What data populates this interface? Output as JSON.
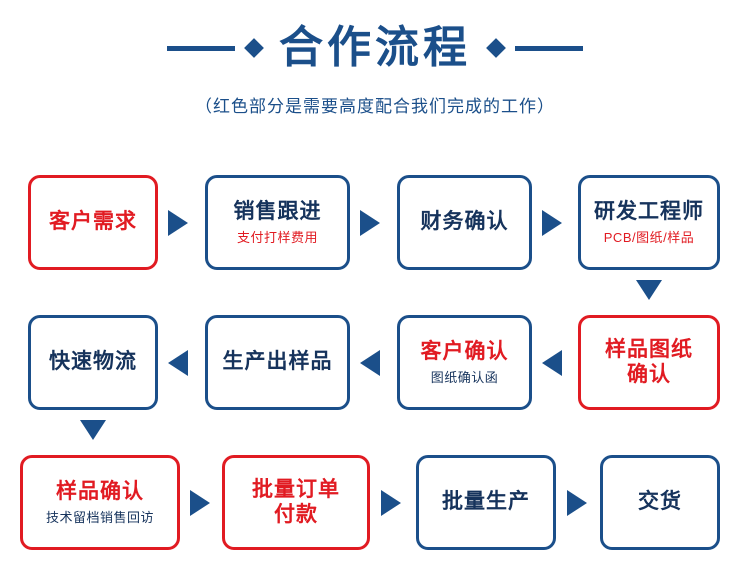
{
  "header": {
    "title": "合作流程",
    "subtitle": "（红色部分是需要高度配合我们完成的工作）",
    "accent_color": "#1b4f8a",
    "highlight_color": "#e11b22"
  },
  "flow": {
    "rows": [
      {
        "boxes": [
          {
            "main": "客户需求",
            "sub": "",
            "style": "red"
          },
          {
            "main": "销售跟进",
            "sub": "支付打样费用",
            "style": "blue-red-sub"
          },
          {
            "main": "财务确认",
            "sub": "",
            "style": "blue"
          },
          {
            "main": "研发工程师",
            "sub": "PCB/图纸/样品",
            "style": "blue-red-sub"
          }
        ]
      },
      {
        "boxes": [
          {
            "main": "快速物流",
            "sub": "",
            "style": "blue"
          },
          {
            "main": "生产出样品",
            "sub": "",
            "style": "blue"
          },
          {
            "main": "客户确认",
            "sub": "图纸确认函",
            "style": "red-main"
          },
          {
            "main": "样品图纸\n确认",
            "sub": "",
            "style": "red"
          }
        ]
      },
      {
        "boxes": [
          {
            "main": "样品确认",
            "sub": "技术留档销售回访",
            "style": "red-main"
          },
          {
            "main": "批量订单\n付款",
            "sub": "",
            "style": "red"
          },
          {
            "main": "批量生产",
            "sub": "",
            "style": "blue"
          },
          {
            "main": "交货",
            "sub": "",
            "style": "blue"
          }
        ]
      }
    ],
    "labels": {
      "r1c1_main": "客户需求",
      "r1c2_main": "销售跟进",
      "r1c2_sub": "支付打样费用",
      "r1c3_main": "财务确认",
      "r1c4_main": "研发工程师",
      "r1c4_sub": "PCB/图纸/样品",
      "r2c1_main": "快速物流",
      "r2c2_main": "生产出样品",
      "r2c3_main": "客户确认",
      "r2c3_sub": "图纸确认函",
      "r2c4_main_line1": "样品图纸",
      "r2c4_main_line2": "确认",
      "r3c1_main": "样品确认",
      "r3c1_sub": "技术留档销售回访",
      "r3c2_main_line1": "批量订单",
      "r3c2_main_line2": "付款",
      "r3c3_main": "批量生产",
      "r3c4_main": "交货"
    }
  }
}
